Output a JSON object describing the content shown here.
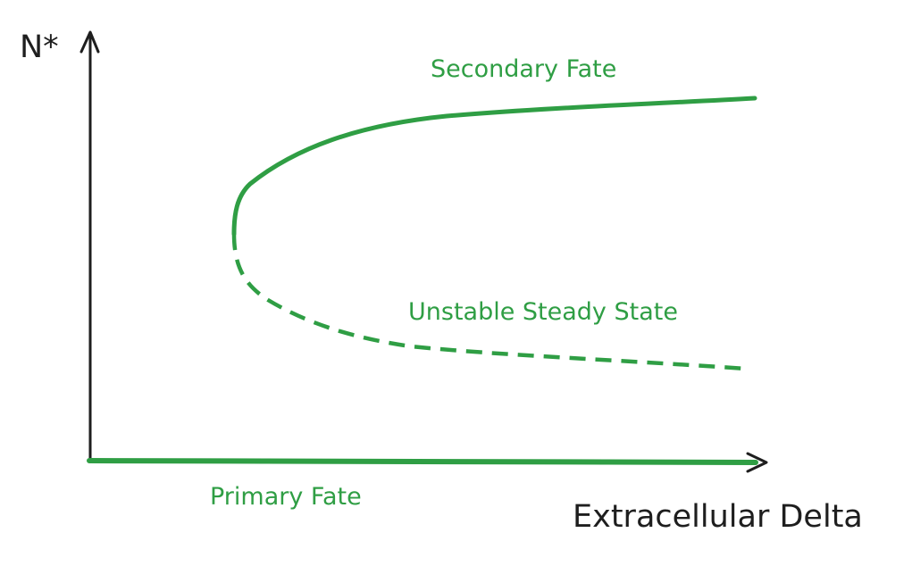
{
  "axes": {
    "y_label": "N*",
    "x_label": "Extracellular Delta"
  },
  "curves": {
    "secondary_fate": {
      "label": "Secondary Fate",
      "style": "solid"
    },
    "unstable_steady_state": {
      "label": "Unstable Steady State",
      "style": "dashed"
    },
    "primary_fate": {
      "label": "Primary Fate",
      "style": "solid"
    }
  },
  "colors": {
    "curve": "#2f9e44",
    "axis": "#1e1e1e",
    "background": "#ffffff"
  }
}
